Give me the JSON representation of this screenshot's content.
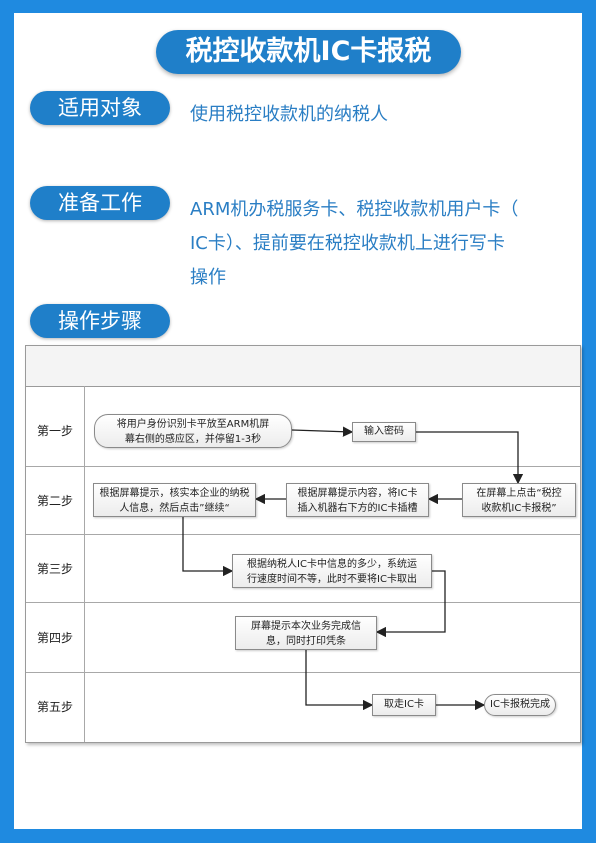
{
  "title": "税控收款机IC卡报税",
  "sections": [
    {
      "label": "适用对象",
      "text": [
        "使用税控收款机的纳税人"
      ]
    },
    {
      "label": "准备工作",
      "text": [
        "ARM机办税服务卡、税控收款机用户卡（",
        "IC卡）、提前要在税控收款机上进行写卡",
        "操作"
      ]
    },
    {
      "label": "操作步骤",
      "text": []
    }
  ],
  "flow": {
    "rows": [
      "第一步",
      "第二步",
      "第三步",
      "第四步",
      "第五步"
    ],
    "nodes": {
      "n1": [
        "将用户身份识别卡平放至ARM机屏",
        "幕右侧的感应区，并停留1-3秒"
      ],
      "n2": [
        "输入密码"
      ],
      "n3": [
        "在屏幕上点击“税控",
        "收款机IC卡报税”"
      ],
      "n4": [
        "根据屏幕提示内容，将IC卡",
        "插入机器右下方的IC卡插槽"
      ],
      "n5": [
        "根据屏幕提示，核实本企业的纳税",
        "人信息，然后点击”继续“"
      ],
      "n6": [
        "根据纳税人IC卡中信息的多少，系统运",
        "行速度时间不等，此时不要将IC卡取出"
      ],
      "n7": [
        "屏幕提示本次业务完成信",
        "息，同时打印凭条"
      ],
      "n8": [
        "取走IC卡"
      ],
      "n9": [
        "IC卡报税完成"
      ]
    }
  }
}
